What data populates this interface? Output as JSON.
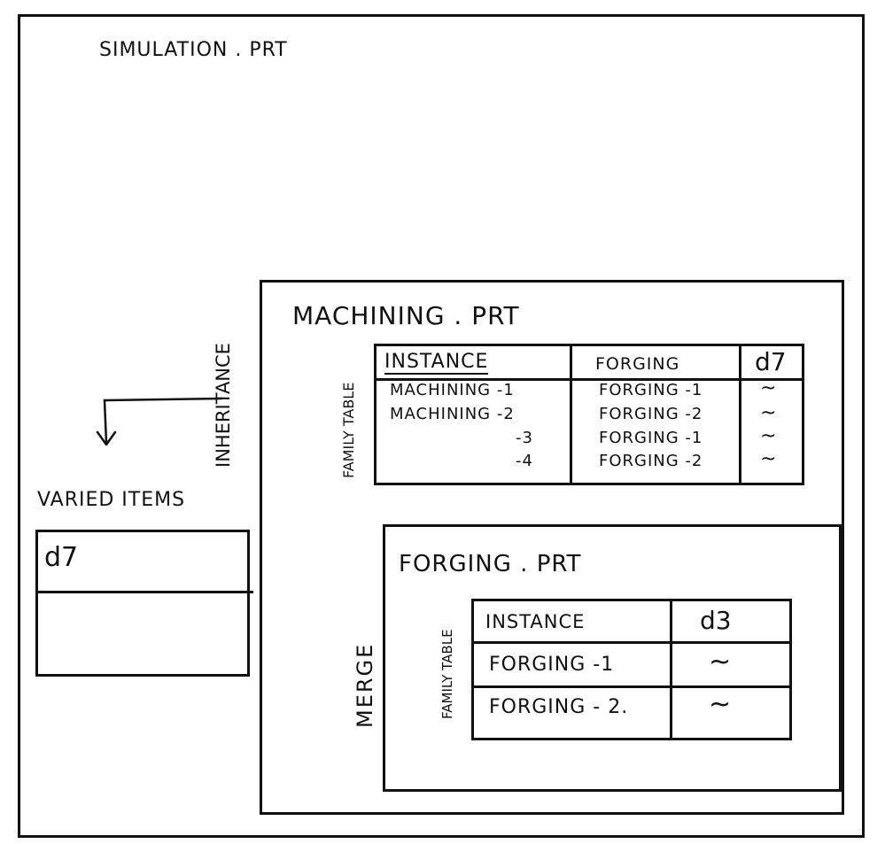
{
  "outer": {
    "title": "SIMULATION . PRT"
  },
  "arrow_label": "INHERITANCE",
  "varied_items": {
    "title": "VARIED ITEMS",
    "item": "d7"
  },
  "machining": {
    "title": "MACHINING . PRT",
    "family_label": "FAMILY TABLE",
    "headers": [
      "INSTANCE",
      "FORGING",
      "d7"
    ],
    "rows": [
      {
        "instance": "MACHINING -1",
        "forging": "FORGING -1",
        "d7": "~"
      },
      {
        "instance": "MACHINING -2",
        "forging": "FORGING -2",
        "d7": "~"
      },
      {
        "instance": "-3",
        "forging": "FORGING -1",
        "d7": "~"
      },
      {
        "instance": "-4",
        "forging": "FORGING -2",
        "d7": "~"
      }
    ]
  },
  "forging": {
    "title": "FORGING . PRT",
    "side_label": "MERGE",
    "family_label": "FAMILY TABLE",
    "headers": [
      "INSTANCE",
      "d3"
    ],
    "rows": [
      {
        "instance": "FORGING -1",
        "d3": "~"
      },
      {
        "instance": "FORGING - 2.",
        "d3": "~"
      }
    ]
  }
}
